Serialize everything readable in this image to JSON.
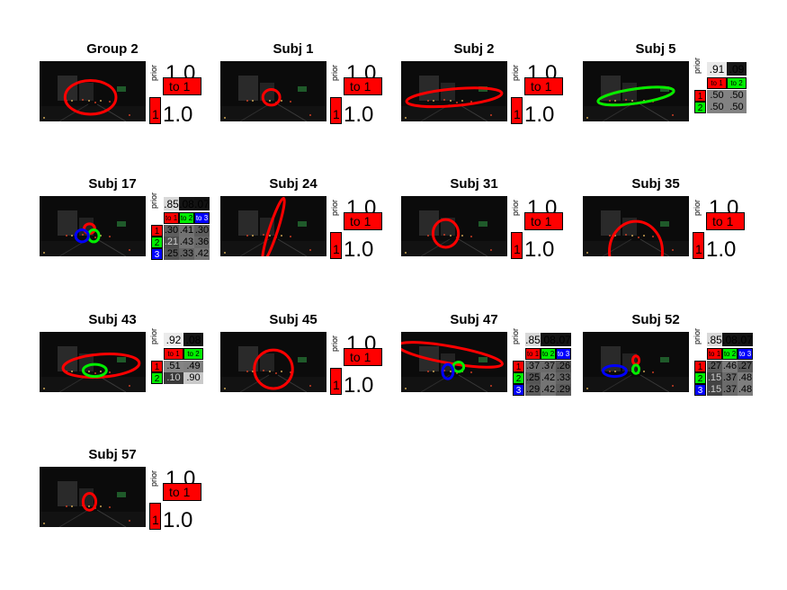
{
  "colors": {
    "red": "#ff0000",
    "green": "#00ee00",
    "blue": "#0000ff",
    "scene": "#0b0b0b"
  },
  "labels": {
    "prior": "prior",
    "to_prefix": "to "
  },
  "chart_data": [
    {
      "type": "heatmap",
      "title": "Group 2",
      "single": {
        "prior": "1.0",
        "diag": "1.0"
      },
      "ellipses": [
        {
          "cluster": 1,
          "cx": 0.48,
          "cy": 0.6,
          "rx": 0.24,
          "ry": 0.28,
          "rot": 0
        }
      ]
    },
    {
      "type": "heatmap",
      "title": "Subj 1",
      "single": {
        "prior": "1.0",
        "diag": "1.0"
      },
      "ellipses": [
        {
          "cluster": 1,
          "cx": 0.48,
          "cy": 0.6,
          "rx": 0.08,
          "ry": 0.13,
          "rot": 0
        }
      ]
    },
    {
      "type": "heatmap",
      "title": "Subj 2",
      "single": {
        "prior": "1.0",
        "diag": "1.0"
      },
      "ellipses": [
        {
          "cluster": 1,
          "cx": 0.5,
          "cy": 0.6,
          "rx": 0.45,
          "ry": 0.14,
          "rot": -5
        }
      ]
    },
    {
      "type": "heatmap",
      "title": "Subj 5",
      "prior": [
        ".91",
        ".09"
      ],
      "prior_vals": [
        0.91,
        0.09
      ],
      "matrix_text": [
        [
          ".50",
          ".50"
        ],
        [
          ".50",
          ".50"
        ]
      ],
      "matrix": [
        [
          0.5,
          0.5
        ],
        [
          0.5,
          0.5
        ]
      ],
      "ellipses": [
        {
          "cluster": 1,
          "cx": 0.5,
          "cy": 0.58,
          "rx": 0.36,
          "ry": 0.12,
          "rot": -8
        },
        {
          "cluster": 2,
          "cx": 0.5,
          "cy": 0.58,
          "rx": 0.36,
          "ry": 0.12,
          "rot": -8
        }
      ]
    },
    {
      "type": "heatmap",
      "title": "Subj 17",
      "prior": [
        ".85",
        ".08",
        ".07"
      ],
      "prior_vals": [
        0.85,
        0.08,
        0.07
      ],
      "matrix_text": [
        [
          ".30",
          ".41",
          ".30"
        ],
        [
          ".21",
          ".43",
          ".36"
        ],
        [
          ".25",
          ".33",
          ".42"
        ]
      ],
      "matrix": [
        [
          0.3,
          0.41,
          0.3
        ],
        [
          0.21,
          0.43,
          0.36
        ],
        [
          0.25,
          0.33,
          0.42
        ]
      ],
      "ellipses": [
        {
          "cluster": 1,
          "cx": 0.47,
          "cy": 0.54,
          "rx": 0.05,
          "ry": 0.08,
          "rot": 0
        },
        {
          "cluster": 2,
          "cx": 0.51,
          "cy": 0.66,
          "rx": 0.05,
          "ry": 0.1,
          "rot": 0
        },
        {
          "cluster": 3,
          "cx": 0.4,
          "cy": 0.66,
          "rx": 0.06,
          "ry": 0.1,
          "rot": 0
        }
      ]
    },
    {
      "type": "heatmap",
      "title": "Subj 24",
      "single": {
        "prior": "1.0",
        "diag": "1.0"
      },
      "ellipses": [
        {
          "cluster": 1,
          "cx": 0.5,
          "cy": 0.56,
          "rx": 0.04,
          "ry": 0.55,
          "rot": 18
        }
      ]
    },
    {
      "type": "heatmap",
      "title": "Subj 31",
      "single": {
        "prior": "1.0",
        "diag": "1.0"
      },
      "ellipses": [
        {
          "cluster": 1,
          "cx": 0.42,
          "cy": 0.62,
          "rx": 0.12,
          "ry": 0.23,
          "rot": 0
        }
      ]
    },
    {
      "type": "heatmap",
      "title": "Subj 35",
      "single": {
        "prior": "1.0",
        "diag": "1.0"
      },
      "ellipses": [
        {
          "cluster": 1,
          "cx": 0.5,
          "cy": 0.92,
          "rx": 0.25,
          "ry": 0.5,
          "rot": 0
        }
      ]
    },
    {
      "type": "heatmap",
      "title": "Subj 43",
      "prior": [
        ".92",
        ".08"
      ],
      "prior_vals": [
        0.92,
        0.08
      ],
      "matrix_text": [
        [
          ".51",
          ".49"
        ],
        [
          ".10",
          ".90"
        ]
      ],
      "matrix": [
        [
          0.51,
          0.49
        ],
        [
          0.1,
          0.9
        ]
      ],
      "ellipses": [
        {
          "cluster": 1,
          "cx": 0.58,
          "cy": 0.56,
          "rx": 0.36,
          "ry": 0.19,
          "rot": -4
        },
        {
          "cluster": 2,
          "cx": 0.52,
          "cy": 0.64,
          "rx": 0.11,
          "ry": 0.1,
          "rot": 0
        }
      ]
    },
    {
      "type": "heatmap",
      "title": "Subj 45",
      "single": {
        "prior": "1.0",
        "diag": "1.0"
      },
      "ellipses": [
        {
          "cluster": 1,
          "cx": 0.5,
          "cy": 0.62,
          "rx": 0.18,
          "ry": 0.32,
          "rot": 0
        }
      ]
    },
    {
      "type": "heatmap",
      "title": "Subj 47",
      "prior": [
        ".85",
        ".08",
        ".07"
      ],
      "prior_vals": [
        0.85,
        0.08,
        0.07
      ],
      "matrix_text": [
        [
          ".37",
          ".37",
          ".26"
        ],
        [
          ".25",
          ".42",
          ".33"
        ],
        [
          ".29",
          ".42",
          ".29"
        ]
      ],
      "matrix": [
        [
          0.37,
          0.37,
          0.26
        ],
        [
          0.25,
          0.42,
          0.33
        ],
        [
          0.29,
          0.42,
          0.29
        ]
      ],
      "ellipses": [
        {
          "cluster": 1,
          "cx": 0.46,
          "cy": 0.38,
          "rx": 0.5,
          "ry": 0.14,
          "rot": 10
        },
        {
          "cluster": 2,
          "cx": 0.54,
          "cy": 0.58,
          "rx": 0.05,
          "ry": 0.08,
          "rot": 0
        },
        {
          "cluster": 3,
          "cx": 0.44,
          "cy": 0.66,
          "rx": 0.05,
          "ry": 0.12,
          "rot": 0
        }
      ]
    },
    {
      "type": "heatmap",
      "title": "Subj 52",
      "prior": [
        ".85",
        ".08",
        ".07"
      ],
      "prior_vals": [
        0.85,
        0.08,
        0.07
      ],
      "matrix_text": [
        [
          ".27",
          ".46",
          ".27"
        ],
        [
          ".15",
          ".37",
          ".48"
        ],
        [
          ".15",
          ".37",
          ".48"
        ]
      ],
      "matrix": [
        [
          0.27,
          0.46,
          0.27
        ],
        [
          0.15,
          0.37,
          0.48
        ],
        [
          0.15,
          0.37,
          0.48
        ]
      ],
      "ellipses": [
        {
          "cluster": 1,
          "cx": 0.5,
          "cy": 0.47,
          "rx": 0.03,
          "ry": 0.07,
          "rot": 0
        },
        {
          "cluster": 2,
          "cx": 0.5,
          "cy": 0.62,
          "rx": 0.03,
          "ry": 0.07,
          "rot": 0
        },
        {
          "cluster": 3,
          "cx": 0.3,
          "cy": 0.65,
          "rx": 0.11,
          "ry": 0.09,
          "rot": 0
        }
      ]
    },
    {
      "type": "heatmap",
      "title": "Subj 57",
      "single": {
        "prior": "1.0",
        "diag": "1.0"
      },
      "ellipses": [
        {
          "cluster": 1,
          "cx": 0.47,
          "cy": 0.58,
          "rx": 0.06,
          "ry": 0.14,
          "rot": 0
        }
      ]
    }
  ]
}
